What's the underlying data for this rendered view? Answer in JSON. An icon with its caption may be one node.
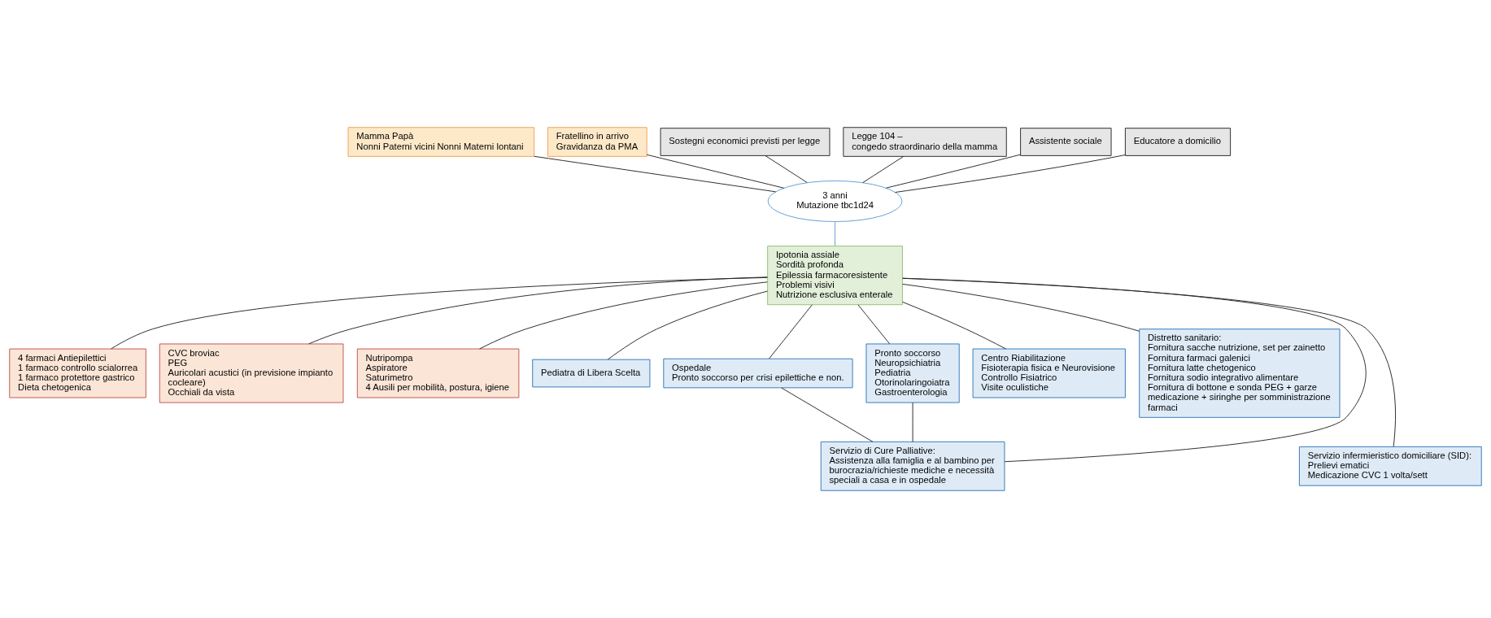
{
  "diagram": {
    "nodes": [
      {
        "text": [
          "Mamma Papà",
          "Nonni Paterni vicini Nonni Materni lontani"
        ]
      },
      {
        "text": [
          "Fratellino in arrivo",
          "Gravidanza da PMA"
        ]
      },
      {
        "text": [
          "3 anni",
          "Mutazione tbc1d24"
        ]
      },
      {
        "text": [
          "Sostegni economici previsti per legge"
        ]
      },
      {
        "text": [
          "Legge 104 –",
          "congedo straordinario della mamma"
        ]
      },
      {
        "text": [
          "Assistente sociale"
        ]
      },
      {
        "text": [
          "Educatore a domicilio"
        ]
      },
      {
        "text": [
          "Ipotonia assiale",
          "Sordità profonda",
          "Epilessia farmacoresistente",
          "Problemi visivi",
          "Nutrizione esclusiva enterale"
        ]
      },
      {
        "text": [
          "4 farmaci Antiepilettici",
          "1 farmaco controllo scialorrea",
          "1 farmaco protettore gastrico",
          "Dieta chetogenica"
        ]
      },
      {
        "text": [
          "CVC broviac",
          "PEG",
          "Auricolari acustici (in previsione impianto cocleare)",
          "Occhiali da vista"
        ]
      },
      {
        "text": [
          "Nutripompa",
          "Aspiratore",
          "Saturimetro",
          "4 Ausili per mobilità, postura, igiene"
        ]
      },
      {
        "text": [
          "Pediatra di Libera Scelta"
        ]
      },
      {
        "text": [
          "Ospedale",
          "Pronto soccorso per crisi epilettiche e non."
        ]
      },
      {
        "text": [
          "Pronto soccorso",
          "Neuropsichiatria",
          "Pediatria",
          "Otorinolaringoiatra",
          "Gastroenterologia"
        ]
      },
      {
        "text": [
          "Centro Riabilitazione",
          "Fisioterapia fisica e Neurovisione",
          "Controllo Fisiatrico",
          "Visite oculistiche"
        ]
      },
      {
        "text": [
          "Distretto sanitario:",
          "Fornitura sacche nutrizione, set per zainetto",
          "Fornitura farmaci galenici",
          "Fornitura latte chetogenico",
          "Fornitura sodio integrativo alimentare",
          "Fornitura di bottone e sonda PEG + garze medicazione + siringhe per somministrazione farmaci"
        ]
      },
      {
        "text": [
          "Servizio di Cure Palliative:",
          "Assistenza alla famiglia e al bambino per burocrazia/richieste mediche e necessità speciali a casa e in ospedale"
        ]
      },
      {
        "text": [
          "Servizio infermieristico domiciliare (SID):",
          "Prelievi ematici",
          "Medicazione CVC 1 volta/sett"
        ]
      }
    ],
    "edges": [
      {
        "from": 0,
        "to": 2,
        "arrow": "none"
      },
      {
        "from": 1,
        "to": 2,
        "arrow": "none"
      },
      {
        "from": 3,
        "to": 2,
        "arrow": "none"
      },
      {
        "from": 4,
        "to": 2,
        "arrow": "none"
      },
      {
        "from": 5,
        "to": 2,
        "arrow": "none"
      },
      {
        "from": 6,
        "to": 2,
        "arrow": "none"
      },
      {
        "from": 2,
        "to": 7,
        "arrow": "none",
        "color": "#5b9bd5"
      },
      {
        "from": 7,
        "to": 8,
        "arrow": "none"
      },
      {
        "from": 7,
        "to": 9,
        "arrow": "none"
      },
      {
        "from": 7,
        "to": 10,
        "arrow": "none"
      },
      {
        "from": 7,
        "to": 11,
        "arrow": "none"
      },
      {
        "from": 7,
        "to": 12,
        "arrow": "none"
      },
      {
        "from": 7,
        "to": 16,
        "arrow": "none"
      },
      {
        "from": 7,
        "to": 13,
        "arrow": "none"
      },
      {
        "from": 7,
        "to": 14,
        "arrow": "none"
      },
      {
        "from": 7,
        "to": 17,
        "arrow": "none"
      },
      {
        "from": 7,
        "to": 15,
        "arrow": "none"
      },
      {
        "from": 12,
        "to": 16,
        "arrow": "none"
      },
      {
        "from": 13,
        "to": 16,
        "arrow": "none"
      }
    ]
  }
}
